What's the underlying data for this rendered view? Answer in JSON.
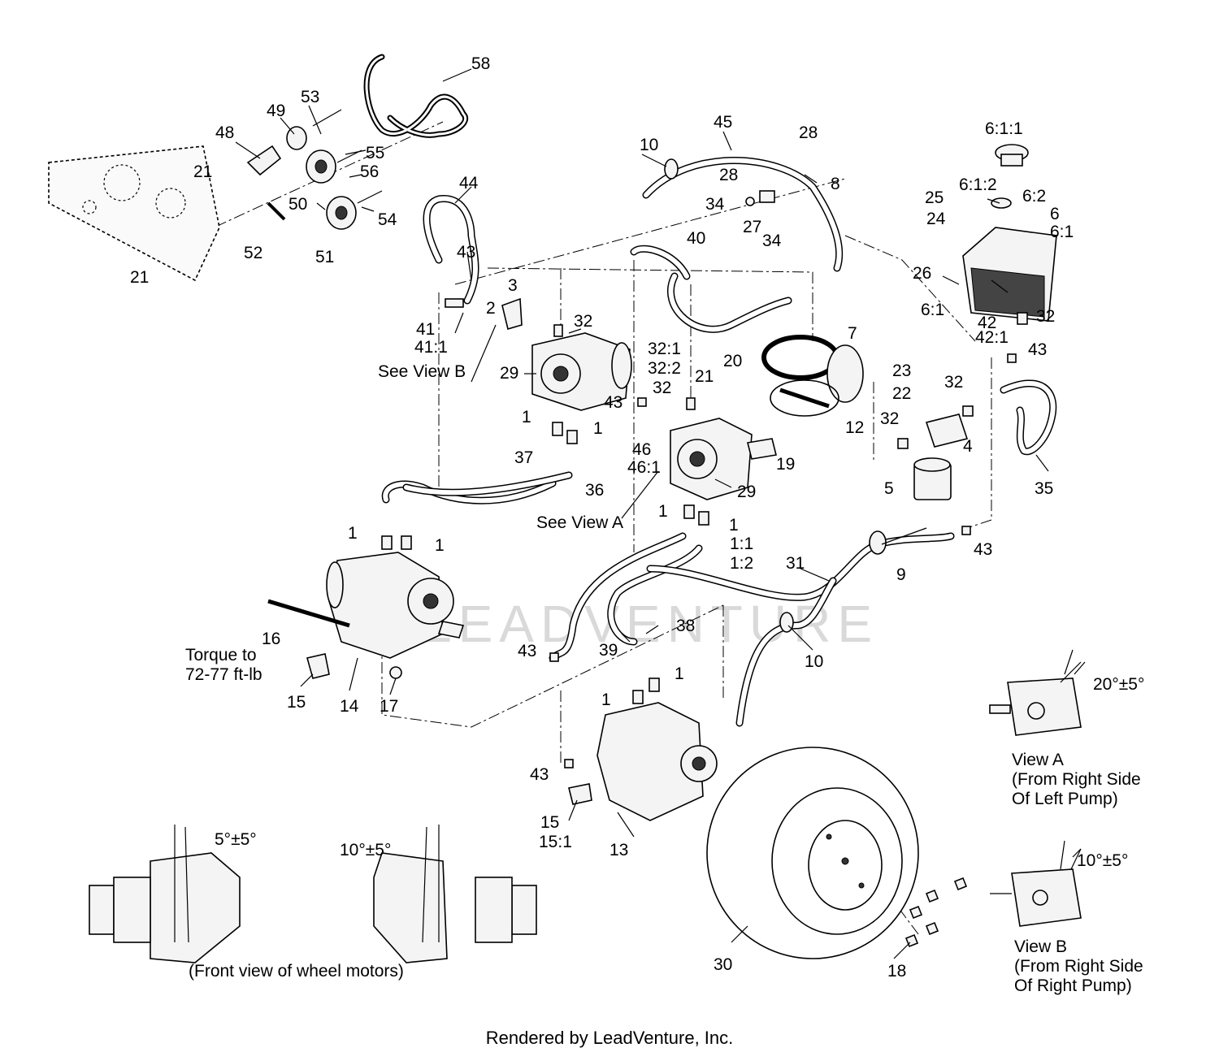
{
  "labels": {
    "l1": "1",
    "l2": "2",
    "l3": "3",
    "l4": "4",
    "l5": "5",
    "l6": "6",
    "l6_1": "6:1",
    "l6_1b": "6:1",
    "l6_1_1": "6:1:1",
    "l6_1_2": "6:1:2",
    "l6_2": "6:2",
    "l7": "7",
    "l8": "8",
    "l9": "9",
    "l10": "10",
    "l12": "12",
    "l13": "13",
    "l14": "14",
    "l15": "15",
    "l15_1": "15:1",
    "l16": "16",
    "l17": "17",
    "l18": "18",
    "l19": "19",
    "l20": "20",
    "l21": "21",
    "l22": "22",
    "l23": "23",
    "l24": "24",
    "l25": "25",
    "l26": "26",
    "l27": "27",
    "l28": "28",
    "l29": "29",
    "l30": "30",
    "l31": "31",
    "l32": "32",
    "l32_1": "32:1",
    "l32_2": "32:2",
    "l34": "34",
    "l35": "35",
    "l36": "36",
    "l37": "37",
    "l38": "38",
    "l39": "39",
    "l40": "40",
    "l41": "41",
    "l41_1": "41:1",
    "l42": "42",
    "l42_1": "42:1",
    "l43": "43",
    "l44": "44",
    "l45": "45",
    "l46": "46",
    "l46_1": "46:1",
    "l48": "48",
    "l49": "49",
    "l50": "50",
    "l51": "51",
    "l52": "52",
    "l53": "53",
    "l54": "54",
    "l55": "55",
    "l56": "56",
    "l58": "58",
    "l1_1": "1:1",
    "l1_2": "1:2"
  },
  "callouts": {
    "see_view_b": "See View B",
    "see_view_a": "See View A",
    "torque_line1": "Torque to",
    "torque_line2": "72-77 ft-lb",
    "angle_a": "20°±5°",
    "angle_b": "10°±5°",
    "angle_front_left": "5°±5°",
    "angle_front_right": "10°±5°",
    "view_a_line1": "View A",
    "view_a_line2": "(From Right Side",
    "view_a_line3": "Of Left Pump)",
    "view_b_line1": "View B",
    "view_b_line2": "(From Right Side",
    "view_b_line3": "Of Right Pump)",
    "front_view": "(Front view of wheel motors)"
  },
  "watermark": "LEADVENTURE",
  "footer": "Rendered by LeadVenture, Inc."
}
